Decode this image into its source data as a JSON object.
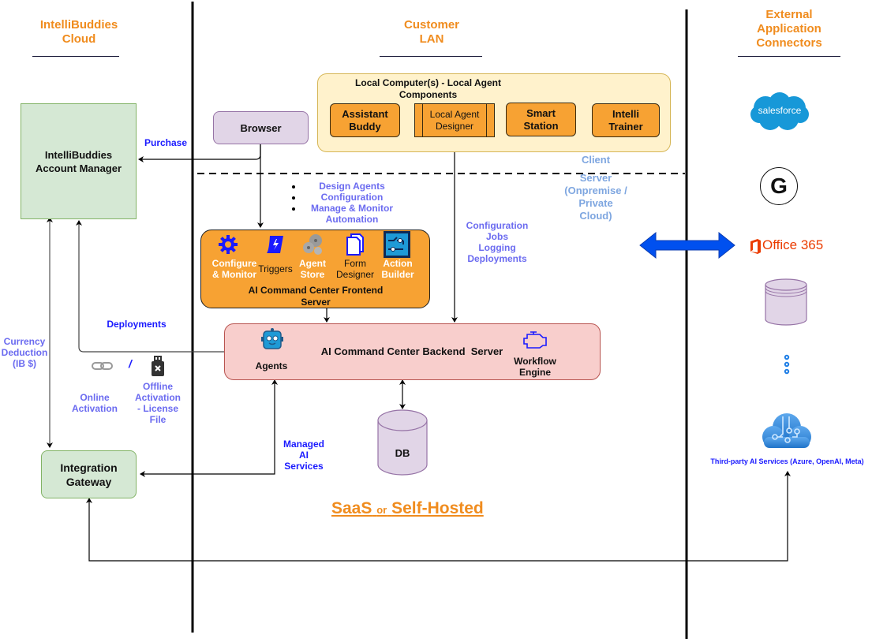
{
  "zones": {
    "cloud": {
      "title_line1": "IntelliBuddies",
      "title_line2": "Cloud"
    },
    "lan": {
      "title_line1": "Customer",
      "title_line2": "LAN"
    },
    "external": {
      "title_line1": "External",
      "title_line2": "Application",
      "title_line3": "Connectors"
    }
  },
  "cloud": {
    "account_manager": {
      "line1": "IntelliBuddies",
      "line2": "Account Manager"
    },
    "integration_gateway": {
      "line1": "Integration",
      "line2": "Gateway"
    },
    "currency_deduction": {
      "line1": "Currency",
      "line2": "Deduction",
      "line3": "(IB $)"
    },
    "purchase_label": "Purchase",
    "deployments_label": "Deployments",
    "online_activation": {
      "line1": "Online",
      "line2": "Activation"
    },
    "separator": "/",
    "offline_activation": {
      "line1": "Offline",
      "line2": "Activation",
      "line3": "- License",
      "line4": "File"
    }
  },
  "lan": {
    "browser": "Browser",
    "local_group": {
      "title_line1": "Local Computer(s) - Local Agent",
      "title_line2": "Components",
      "items": [
        {
          "line1": "Assistant",
          "line2": "Buddy"
        },
        {
          "line1": "Local Agent",
          "line2": "Designer"
        },
        {
          "line1": "Smart",
          "line2": "Station"
        },
        {
          "line1": "Intelli",
          "line2": "Trainer"
        }
      ]
    },
    "client_label": "Client",
    "server_label": {
      "line1": "Server",
      "line2": "(Onpremise /",
      "line3": "Private",
      "line4": "Cloud)"
    },
    "browser_bullets": [
      "Design Agents",
      "Configuration",
      "Manage & Monitor",
      "Automation"
    ],
    "local_flow_labels": [
      "Configuration",
      "Jobs",
      "Logging",
      "Deployments"
    ],
    "frontend": {
      "title_line1": "AI Command Center Frontend",
      "title_line2": "Server",
      "modules": [
        {
          "line1": "Configure",
          "line2": "& Monitor",
          "icon": "gear-icon"
        },
        {
          "line1": "Triggers",
          "line2": "",
          "icon": "scroll-lightning-icon"
        },
        {
          "line1": "Agent",
          "line2": "Store",
          "icon": "gears-icon"
        },
        {
          "line1": "Form",
          "line2": "Designer",
          "icon": "documents-icon"
        },
        {
          "line1": "Action",
          "line2": "Builder",
          "icon": "flow-builder-icon"
        }
      ]
    },
    "backend": {
      "title": "AI Command Center Backend  Server",
      "agents_label": "Agents",
      "workflow": {
        "line1": "Workflow",
        "line2": "Engine"
      }
    },
    "managed_ai": {
      "line1": "Managed",
      "line2": "AI",
      "line3": "Services"
    },
    "db_label": "DB",
    "deployment_mode": {
      "part1": "SaaS",
      "part2": "or",
      "part3": "Self-Hosted"
    }
  },
  "external": {
    "connectors": [
      {
        "name": "salesforce",
        "label": "salesforce"
      },
      {
        "name": "google",
        "label": "G"
      },
      {
        "name": "office365",
        "label": "Office 365"
      },
      {
        "name": "database",
        "label": ""
      },
      {
        "name": "more",
        "label": ""
      }
    ],
    "third_party_ai": "Third-party AI Services (Azure, OpenAI, Meta)"
  },
  "colors": {
    "zone_title": "#f08c1e",
    "orange_fill": "#f7a233",
    "green_fill": "#d5e8d4",
    "purple_fill": "#e1d5e7",
    "pink_fill": "#f8cecc",
    "cream_fill": "#fff2cc",
    "arrow_blue": "#0050ef",
    "label_blue": "#1a1aff",
    "label_lavender": "#6b6bf0",
    "label_sky": "#7ea6e0"
  }
}
